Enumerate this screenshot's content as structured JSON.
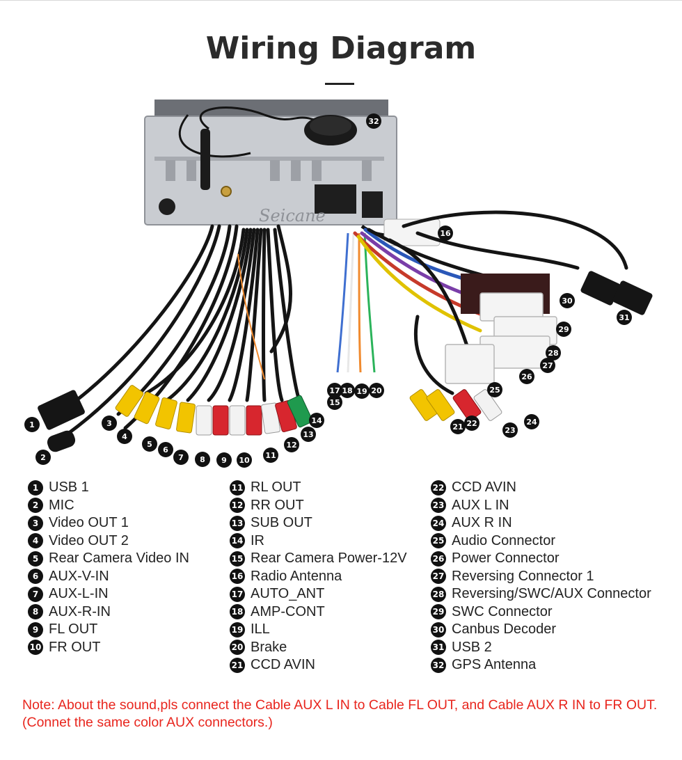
{
  "title": "Wiring Diagram",
  "watermark": "Seicane",
  "legend": [
    [
      {
        "n": "1",
        "label": "USB 1"
      },
      {
        "n": "2",
        "label": "MIC"
      },
      {
        "n": "3",
        "label": "Video OUT 1"
      },
      {
        "n": "4",
        "label": "Video OUT 2"
      },
      {
        "n": "5",
        "label": "Rear Camera Video IN"
      },
      {
        "n": "6",
        "label": "AUX-V-IN"
      },
      {
        "n": "7",
        "label": "AUX-L-IN"
      },
      {
        "n": "8",
        "label": "AUX-R-IN"
      },
      {
        "n": "9",
        "label": "FL OUT"
      },
      {
        "n": "10",
        "label": "FR OUT"
      }
    ],
    [
      {
        "n": "11",
        "label": "RL OUT"
      },
      {
        "n": "12",
        "label": "RR OUT"
      },
      {
        "n": "13",
        "label": "SUB OUT"
      },
      {
        "n": "14",
        "label": "IR"
      },
      {
        "n": "15",
        "label": "Rear Camera Power-12V"
      },
      {
        "n": "16",
        "label": "Radio Antenna"
      },
      {
        "n": "17",
        "label": "AUTO_ANT"
      },
      {
        "n": "18",
        "label": "AMP-CONT"
      },
      {
        "n": "19",
        "label": "ILL"
      },
      {
        "n": "20",
        "label": "Brake"
      },
      {
        "n": "21",
        "label": "CCD AVIN"
      }
    ],
    [
      {
        "n": "22",
        "label": "CCD AVIN"
      },
      {
        "n": "23",
        "label": "AUX L IN"
      },
      {
        "n": "24",
        "label": "AUX R IN"
      },
      {
        "n": "25",
        "label": "Audio Connector"
      },
      {
        "n": "26",
        "label": "Power Connector"
      },
      {
        "n": "27",
        "label": "Reversing Connector 1"
      },
      {
        "n": "28",
        "label": "Reversing/SWC/AUX Connector"
      },
      {
        "n": "29",
        "label": "SWC Connector"
      },
      {
        "n": "30",
        "label": "Canbus Decoder"
      },
      {
        "n": "31",
        "label": "USB 2"
      },
      {
        "n": "32",
        "label": "GPS Antenna"
      }
    ]
  ],
  "note": "Note: About the sound,pls connect the Cable AUX L IN to Cable FL OUT, and Cable  AUX R IN to  FR OUT.(Connet the same color AUX connectors.)",
  "callouts": [
    "1",
    "2",
    "3",
    "4",
    "5",
    "6",
    "7",
    "8",
    "9",
    "10",
    "11",
    "12",
    "13",
    "14",
    "15",
    "16",
    "17",
    "18",
    "19",
    "20",
    "21",
    "22",
    "23",
    "24",
    "25",
    "26",
    "27",
    "28",
    "29",
    "30",
    "31",
    "32"
  ],
  "colors": {
    "badge": "#111111",
    "note": "#e8251d",
    "rca_yellow": "#f2c400",
    "rca_red": "#d7262e",
    "rca_white": "#f2f2f2",
    "rca_green": "#1f9a4e",
    "cable": "#141414",
    "unit": "#c9ccd1"
  }
}
